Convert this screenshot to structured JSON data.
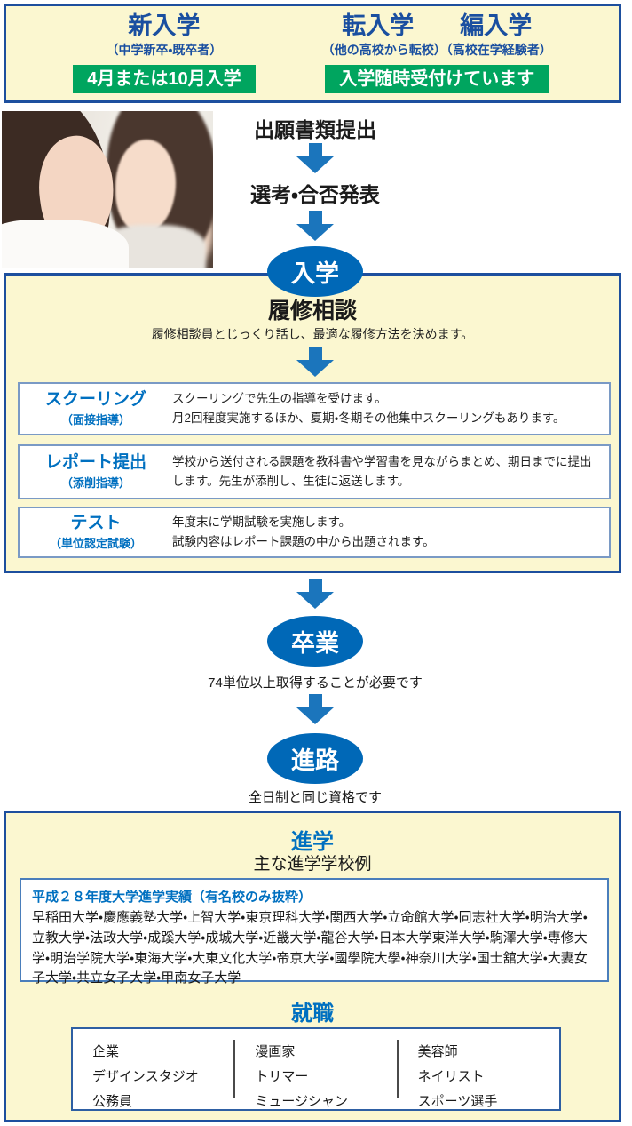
{
  "colors": {
    "panel_bg": "#fbf7d0",
    "panel_border": "#1d4f9e",
    "green_badge_bg": "#00a55f",
    "heading_navy": "#1a4fa0",
    "accent_azure": "#0070c0",
    "flow_blue": "#0068b7",
    "arrow_blue": "#1b75bc",
    "item_box_border": "#7a9ac5",
    "uni_box_border": "#4a7ebb",
    "jobs_box_border": "#2e5fa3"
  },
  "top": {
    "new_admission": {
      "title": "新入学",
      "subtitle": "（中学新卒・既卒者）",
      "badge": "4月または10月入学"
    },
    "transfer_admission": {
      "title_a": "転入学",
      "title_b": "編入学",
      "subtitle": "（他の高校から転校）（高校在学経験者）",
      "badge": "入学随時受付けています"
    }
  },
  "flow": {
    "step1": "出願書類提出",
    "step2": "選考・合否発表",
    "enroll_label": "入学",
    "graduate_label": "卒業",
    "graduate_note": "74単位以上取得することが必要です",
    "career_label": "進路",
    "career_note": "全日制と同じ資格です"
  },
  "consult": {
    "title": "履修相談",
    "desc": "履修相談員とじっくり話し、最適な履修方法を決めます。",
    "items": [
      {
        "title": "スクーリング",
        "subtitle": "（面接指導）",
        "desc": "スクーリングで先生の指導を受けます。\n月2回程度実施するほか、夏期・冬期その他集中スクーリングもあります。"
      },
      {
        "title": "レポート提出",
        "subtitle": "（添削指導）",
        "desc": "学校から送付される課題を教科書や学習書を見ながらまとめ、期日までに提出します。先生が添削し、生徒に返送します。"
      },
      {
        "title": "テスト",
        "subtitle": "（単位認定試験）",
        "desc": "年度末に学期試験を実施します。\n試験内容はレポート課題の中から出題されます。"
      }
    ]
  },
  "career": {
    "advance_title": "進学",
    "advance_subtitle": "主な進学学校例",
    "results_title": "平成２８年度大学進学実績（有名校のみ抜粋）",
    "universities": "早稲田大学・慶應義塾大学・上智大学・東京理科大学・関西大学・立命館大学・同志社大学・明治大学・立教大学・法政大学・成蹊大学・成城大学・近畿大学・龍谷大学・日本大学東洋大学・駒澤大学・専修大学・明治学院大学・東海大学・大東文化大学・帝京大学・國學院大學・神奈川大学・国士舘大学・大妻女子大学・共立女子大学・甲南女子大学",
    "employment_title": "就職",
    "jobs": [
      [
        "企業",
        "デザインスタジオ",
        "公務員"
      ],
      [
        "漫画家",
        "トリマー",
        "ミュージシャン"
      ],
      [
        "美容師",
        "ネイリスト",
        "スポーツ選手"
      ]
    ]
  }
}
